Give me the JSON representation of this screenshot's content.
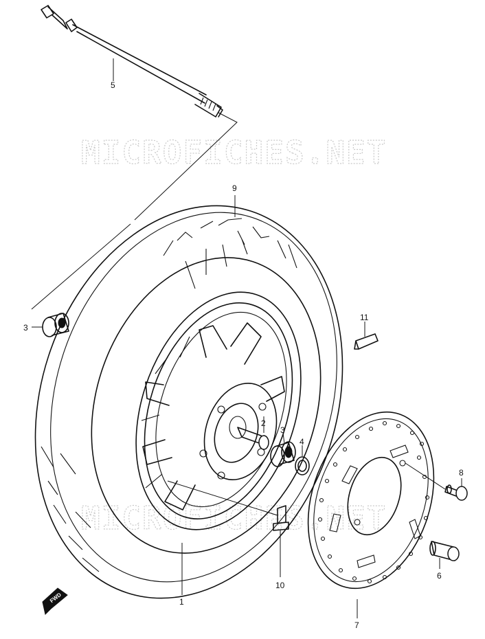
{
  "watermark": "MICROFICHES.NET",
  "fwd_label": "FWD",
  "callouts": {
    "axle": "5",
    "tire": "9",
    "bearing_left": "3",
    "bearing_right": "3",
    "spacer": "2",
    "dust_seal": "4",
    "balance_weight": "11",
    "disc_bolt": "8",
    "collar": "6",
    "valve": "10",
    "wheel": "1",
    "brake_disc": "7"
  }
}
